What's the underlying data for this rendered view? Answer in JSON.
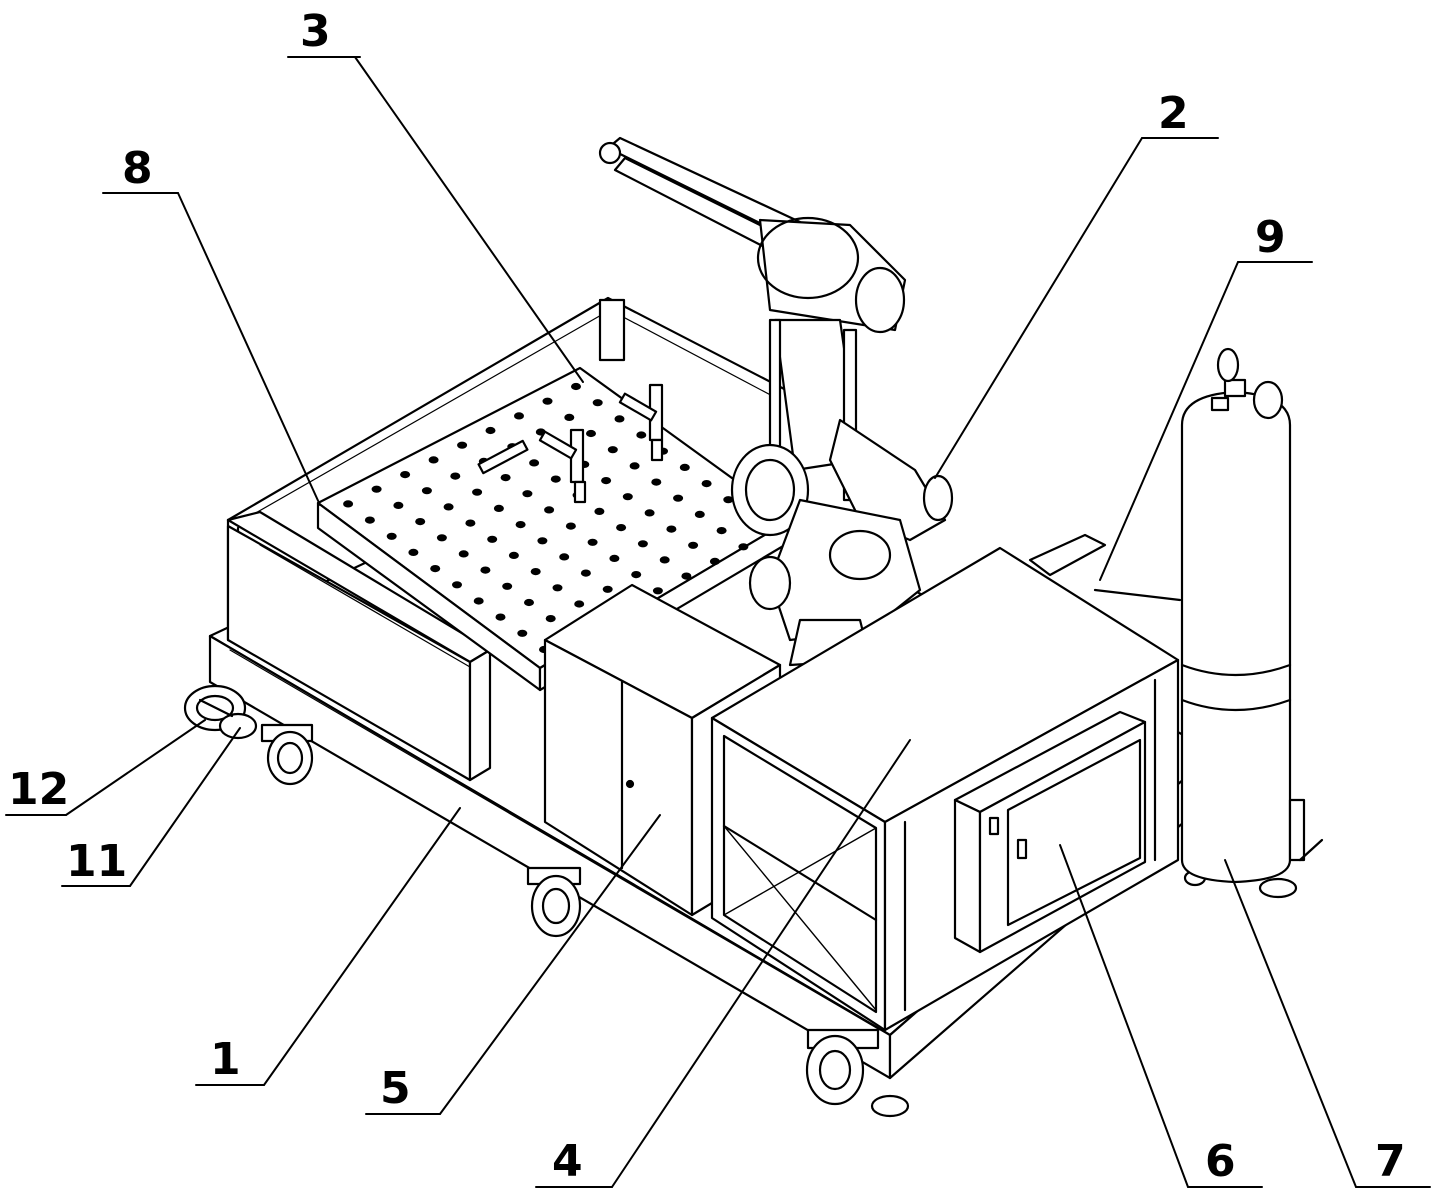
{
  "figure": {
    "callouts": [
      {
        "id": "c1",
        "label": "1"
      },
      {
        "id": "c2",
        "label": "2"
      },
      {
        "id": "c3",
        "label": "3"
      },
      {
        "id": "c4",
        "label": "4"
      },
      {
        "id": "c5",
        "label": "5"
      },
      {
        "id": "c6",
        "label": "6"
      },
      {
        "id": "c7",
        "label": "7"
      },
      {
        "id": "c8",
        "label": "8"
      },
      {
        "id": "c9",
        "label": "9"
      },
      {
        "id": "c11",
        "label": "11"
      },
      {
        "id": "c12",
        "label": "12"
      }
    ],
    "colors": {
      "line": "#000000",
      "background": "#ffffff"
    }
  }
}
